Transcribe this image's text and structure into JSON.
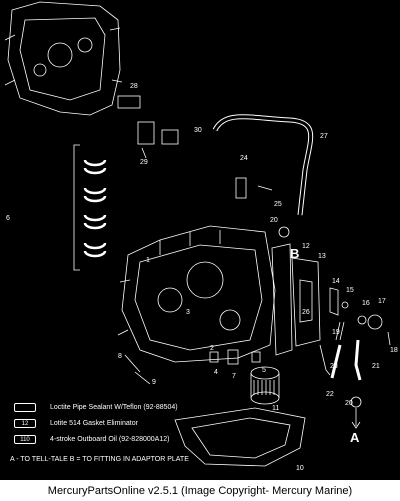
{
  "callouts": [
    "1",
    "2",
    "3",
    "4",
    "5",
    "6",
    "7",
    "8",
    "9",
    "10",
    "11",
    "12",
    "13",
    "14",
    "15",
    "16",
    "17",
    "18",
    "19",
    "20",
    "21",
    "22",
    "23",
    "24",
    "25",
    "26",
    "27",
    "28",
    "29",
    "30"
  ],
  "markers": {
    "a": "A",
    "b": "B"
  },
  "legend": [
    {
      "symbol": "",
      "text": "Loctite Pipe Sealant W/Teflon (92-88504)"
    },
    {
      "symbol": "12",
      "text": "Lotite 514 Gasket Eliminator"
    },
    {
      "symbol": "110",
      "text": "4-stroke Outboard Oil (92-828000A12)"
    }
  ],
  "note": "A - TO TELL-TALE   B = TO FITTING IN ADAPTOR PLATE",
  "footer": "MercuryPartsOnline v2.5.1 (Image Copyright- Mercury Marine)"
}
